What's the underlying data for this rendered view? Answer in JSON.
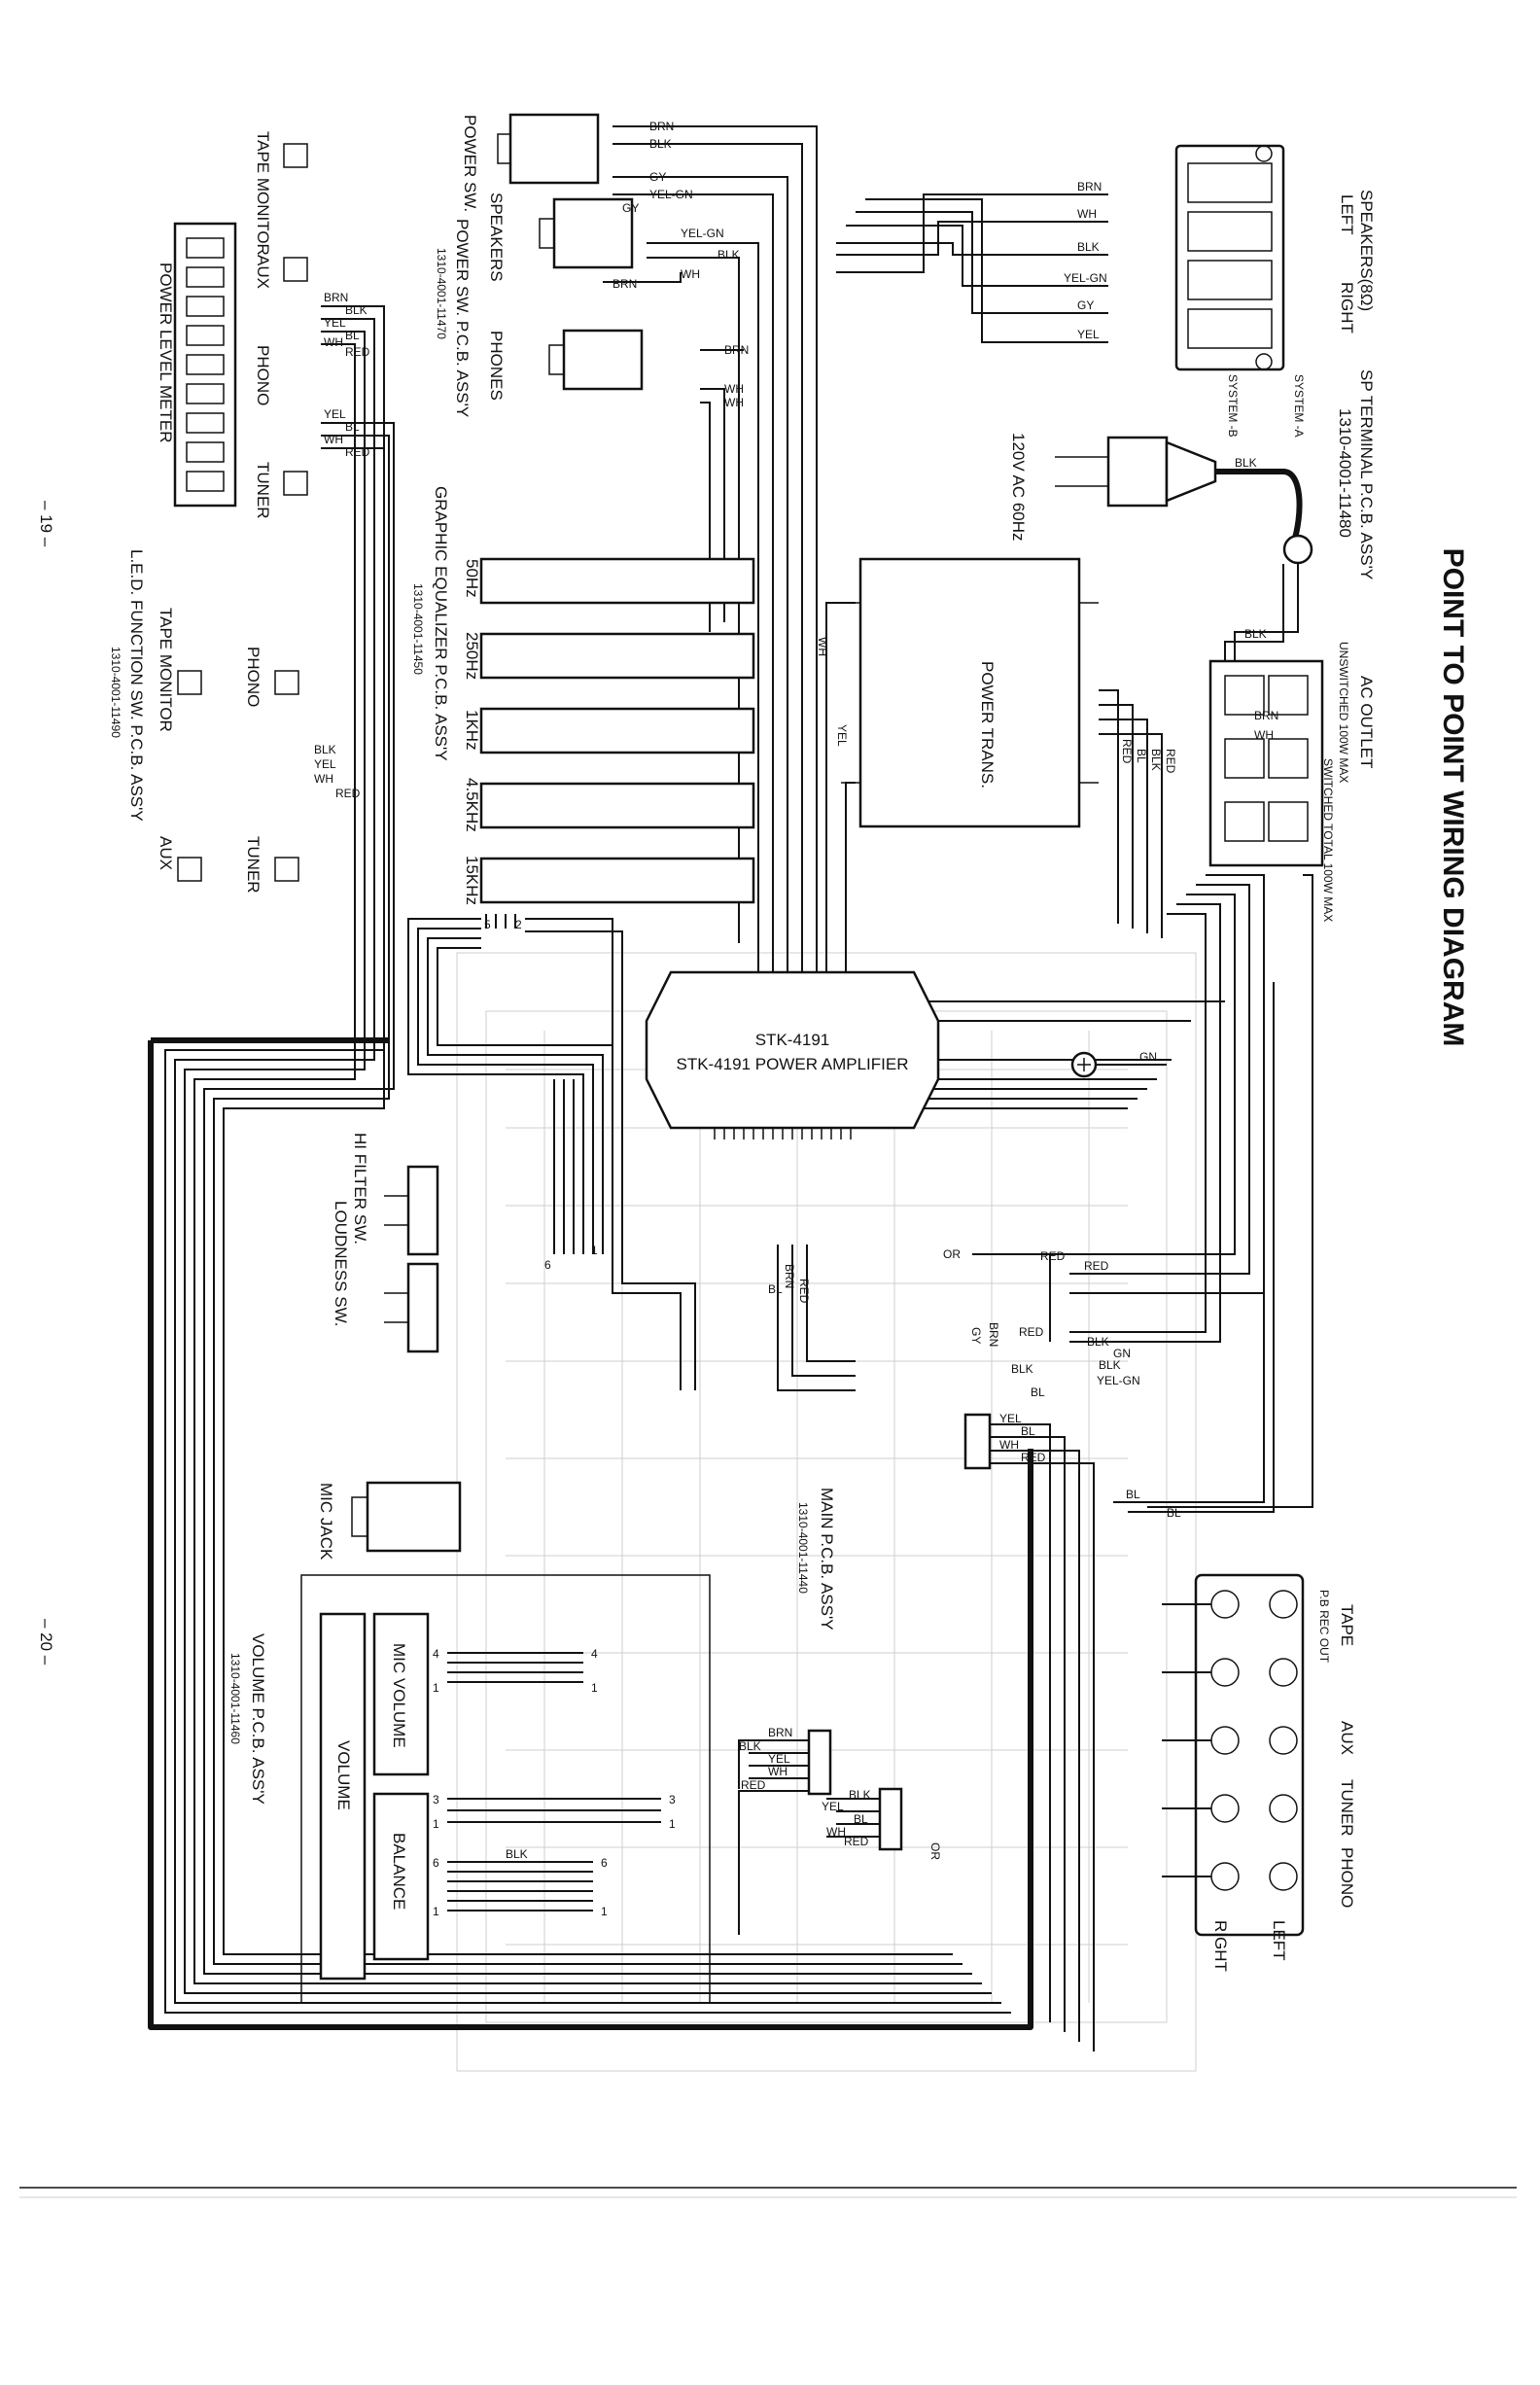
{
  "title": "POINT TO POINT WIRING DIAGRAM",
  "page_numbers": [
    "– 19 –",
    "– 20 –"
  ],
  "boards": {
    "sp_terminal": {
      "label": "SP TERMINAL P.C.B. ASS'Y",
      "part": "1310-4001-11480",
      "speakers": "SPEAKERS(8Ω)",
      "left": "LEFT",
      "right": "RIGHT",
      "system_a": "SYSTEM -A",
      "system_b": "SYSTEM -B"
    },
    "power_sw": {
      "label": "POWER SW. P.C.B. ASS'Y",
      "part": "1310-4001-11470",
      "power": "POWER SW.",
      "speakers": "SPEAKERS",
      "phones": "PHONES"
    },
    "power_plug": {
      "label": "120V AC 60Hz"
    },
    "power_trans": {
      "label": "POWER TRANS."
    },
    "ac_outlet": {
      "label": "AC OUTLET",
      "unswitched": "UNSWITCHED 100W MAX",
      "switched": "SWITCHED TOTAL 100W MAX"
    },
    "amplifier": {
      "label": "STK-4191 POWER AMPLIFIER"
    },
    "graphic_eq": {
      "label": "GRAPHIC EQUALIZER P.C.B. ASS'Y",
      "part": "1310-4001-11450",
      "bands": [
        "50Hz",
        "250Hz",
        "1KHz",
        "4.5KHz",
        "15KHz"
      ]
    },
    "power_meter": {
      "label": "POWER LEVEL METER",
      "tape_monitor": "TAPE MONITOR",
      "aux": "AUX",
      "phono": "PHONO",
      "tuner": "TUNER"
    },
    "led_function": {
      "label": "L.E.D. FUNCTION SW. P.C.B. ASS'Y",
      "part": "1310-4001-11490",
      "phono": "PHONO",
      "tuner": "TUNER",
      "tape_monitor": "TAPE MONITOR",
      "aux": "AUX"
    },
    "switches": {
      "hi_filter": "HI FILTER SW.",
      "loudness": "LOUDNESS SW."
    },
    "mic_jack": {
      "label": "MIC JACK"
    },
    "main_pcb": {
      "label": "MAIN P.C.B. ASS'Y",
      "part": "1310-4001-11440"
    },
    "volume_pcb": {
      "label": "VOLUME P.C.B. ASS'Y",
      "part": "1310-4001-11460",
      "mic_volume": "MIC VOLUME",
      "volume": "VOLUME",
      "balance": "BALANCE"
    },
    "jacks": {
      "tape": "TAPE",
      "pb_rec_out": "P.B REC OUT",
      "aux": "AUX",
      "tuner": "TUNER",
      "phono": "PHONO",
      "left": "LEFT",
      "right": "RIGHT"
    }
  },
  "wire_colors": {
    "brn": "BRN",
    "blk": "BLK",
    "gy": "GY",
    "yel_gn": "YEL-GN",
    "yel": "YEL",
    "wh": "WH",
    "bl": "BL",
    "red": "RED",
    "gn": "GN",
    "or": "OR"
  },
  "pins": {
    "one": "1",
    "two": "2",
    "three": "3",
    "four": "4",
    "five": "5",
    "six": "6"
  }
}
